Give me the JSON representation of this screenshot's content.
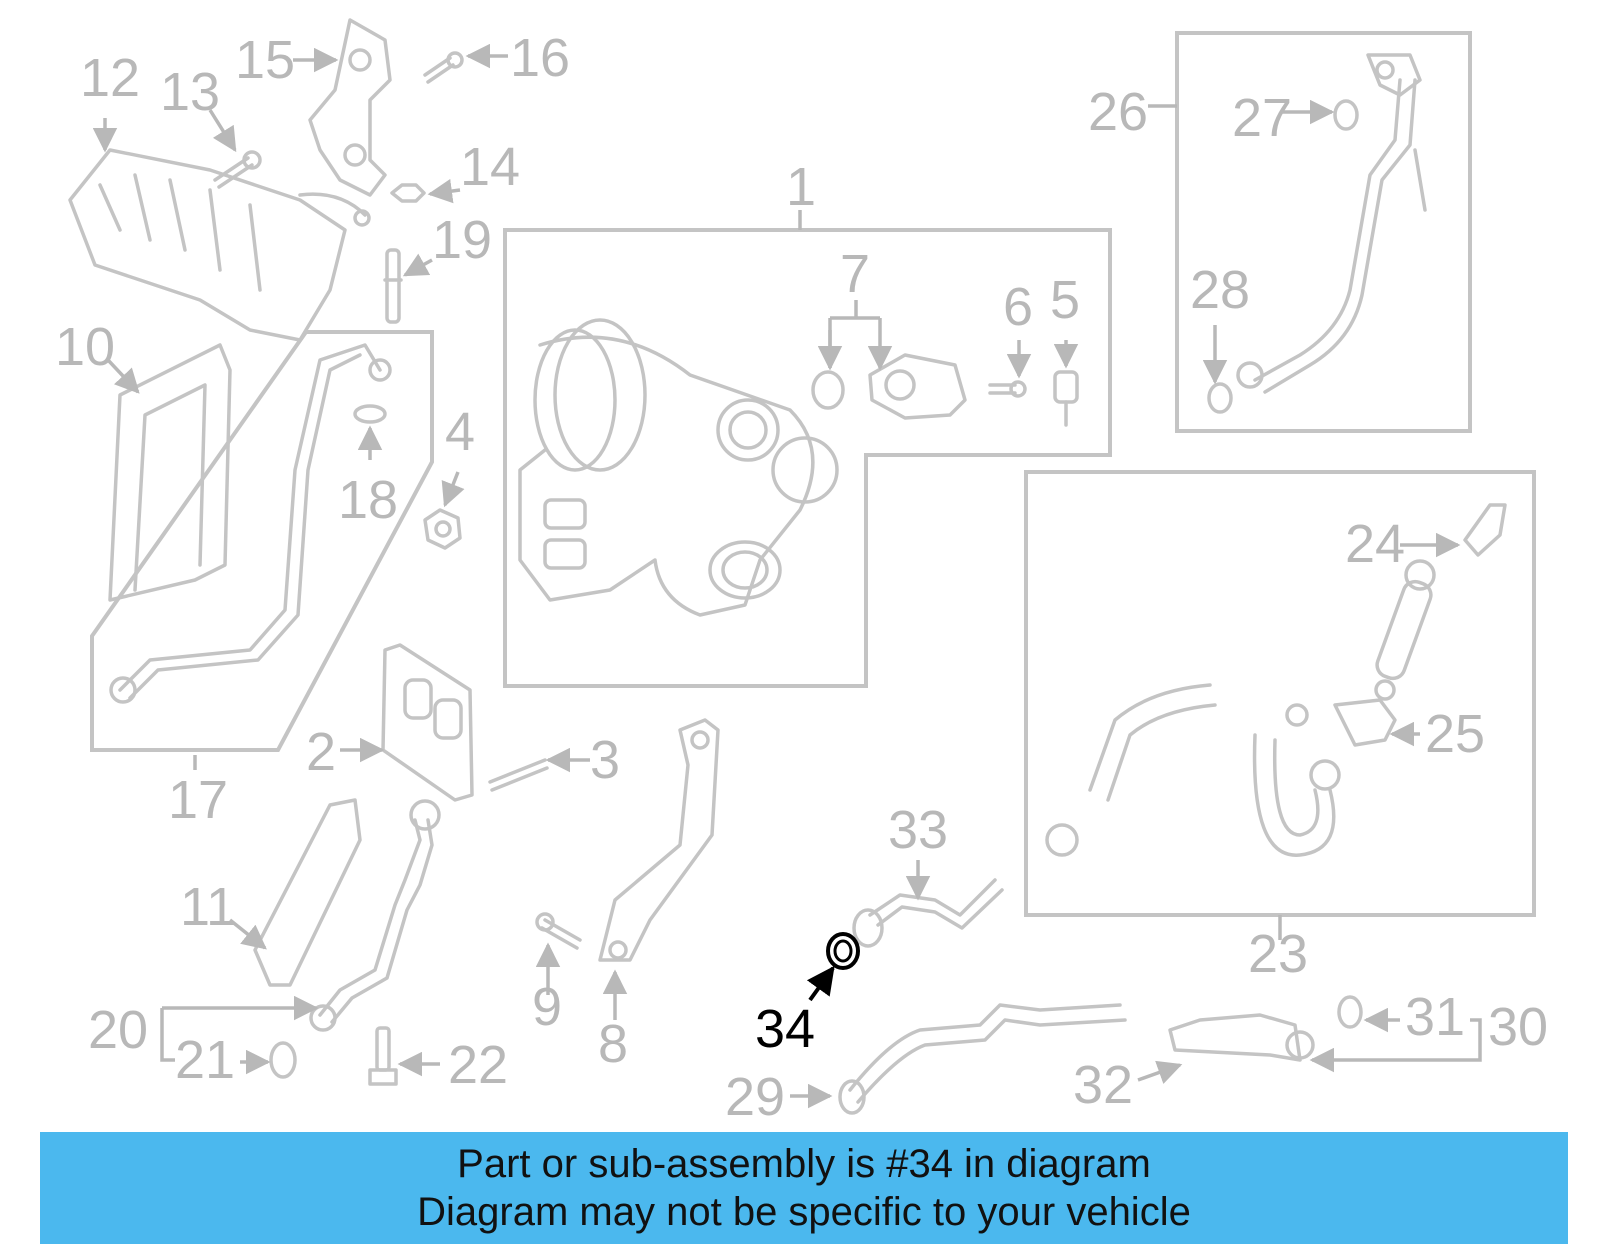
{
  "diagram": {
    "callouts": [
      "1",
      "2",
      "3",
      "4",
      "5",
      "6",
      "7",
      "8",
      "9",
      "10",
      "11",
      "12",
      "13",
      "14",
      "15",
      "16",
      "17",
      "18",
      "19",
      "20",
      "21",
      "22",
      "23",
      "24",
      "25",
      "26",
      "27",
      "28",
      "29",
      "30",
      "31",
      "32",
      "33",
      "34"
    ],
    "highlighted_callout": "34",
    "colors": {
      "highlight": "#000000",
      "muted": "#b8b8b8",
      "banner": "#4bb8ee"
    }
  },
  "banner": {
    "line1": "Part or sub-assembly is #34 in diagram",
    "line2": "Diagram may not be specific to your vehicle"
  }
}
